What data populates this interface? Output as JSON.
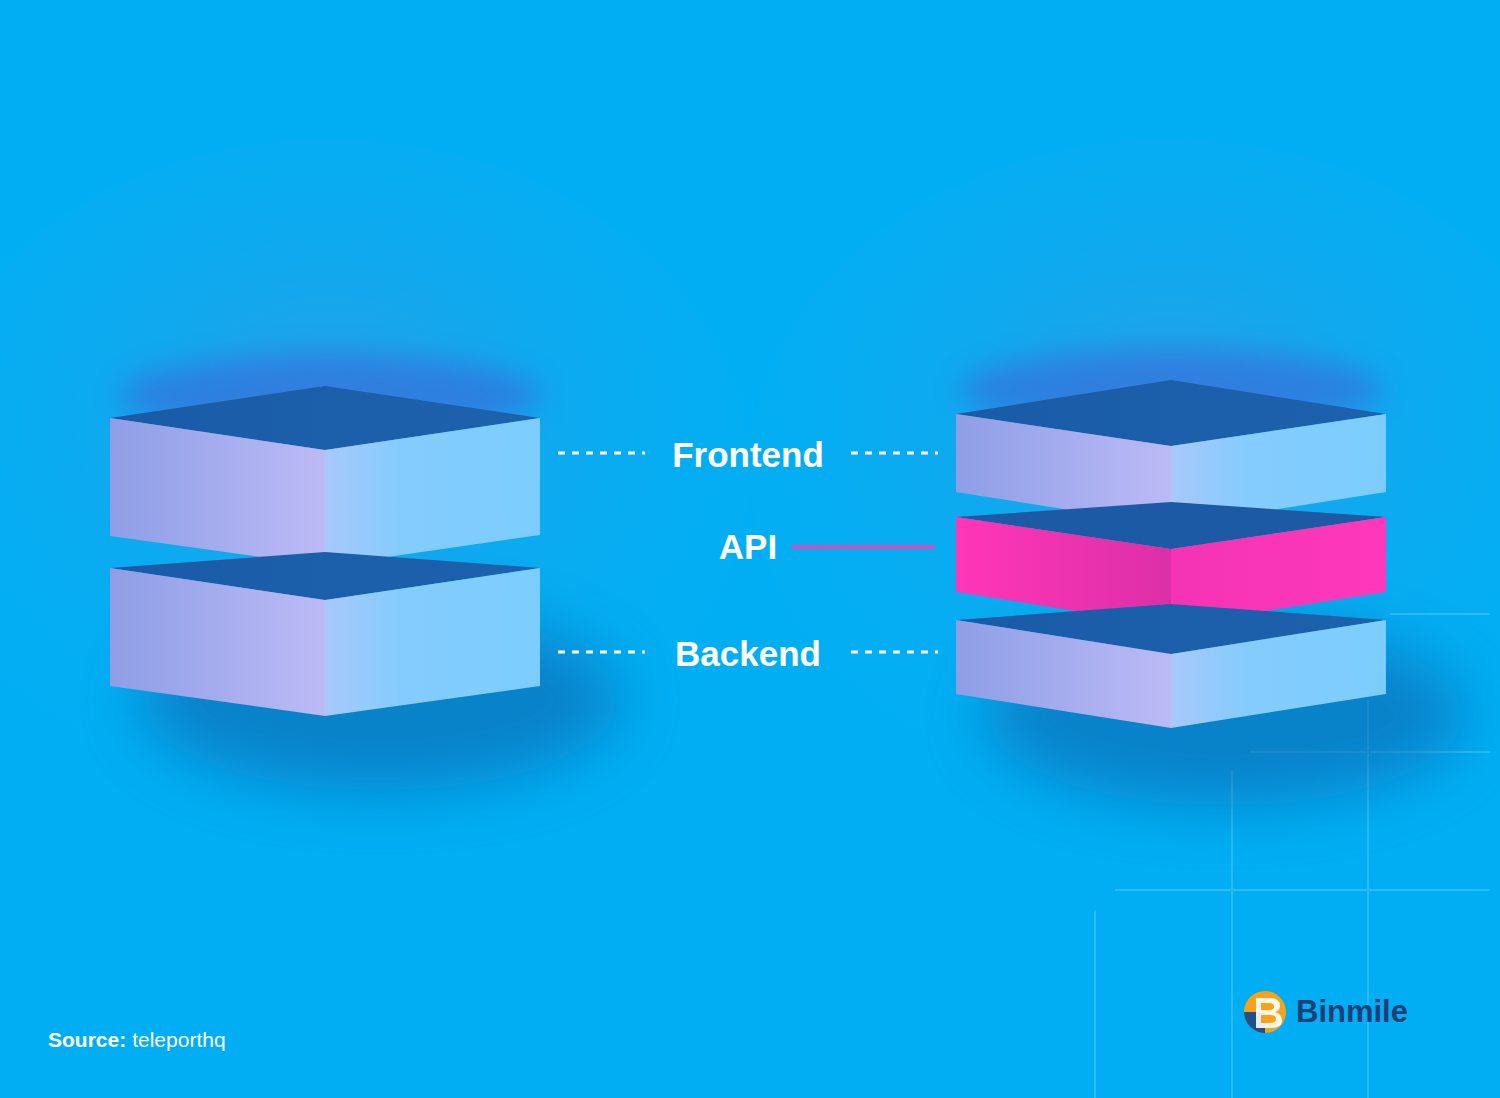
{
  "diagram": {
    "labels": [
      "Frontend",
      "API",
      "Backend",
      "Source:",
      "teleporthq",
      "Binmile"
    ]
  }
}
